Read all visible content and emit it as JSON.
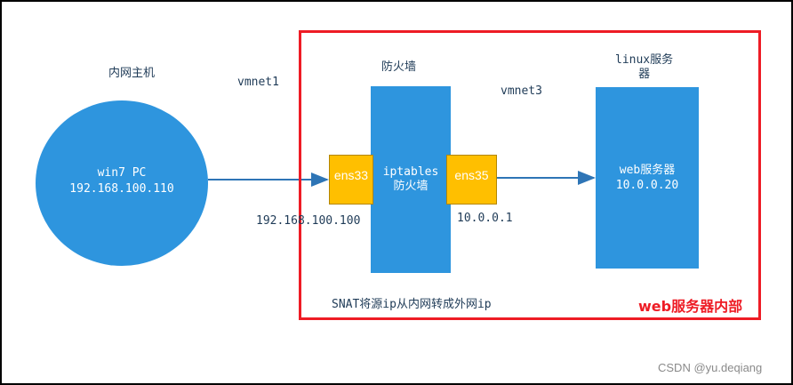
{
  "host": {
    "heading": "内网主机",
    "lines": [
      "win7 PC",
      "192.168.100.110"
    ]
  },
  "network_left": "vmnet1",
  "network_right": "vmnet3",
  "firewall": {
    "heading": "防火墙",
    "lines": [
      "iptables",
      "防火墙"
    ],
    "iface_in": "ens33",
    "iface_out": "ens35",
    "ip_in": "192.168.100.100",
    "ip_out": "10.0.0.1"
  },
  "server": {
    "heading_lines": [
      "linux服务",
      "器"
    ],
    "lines": [
      "web服务器",
      "10.0.0.20"
    ]
  },
  "snat_note": "SNAT将源ip从内网转成外网ip",
  "region_caption": "web服务器内部",
  "watermark": "CSDN @yu.deqiang",
  "colors": {
    "node_blue": "#2e95de",
    "iface_yellow": "#ffbf00",
    "region_red": "#ee1c25",
    "arrow": "#2e75b6"
  }
}
